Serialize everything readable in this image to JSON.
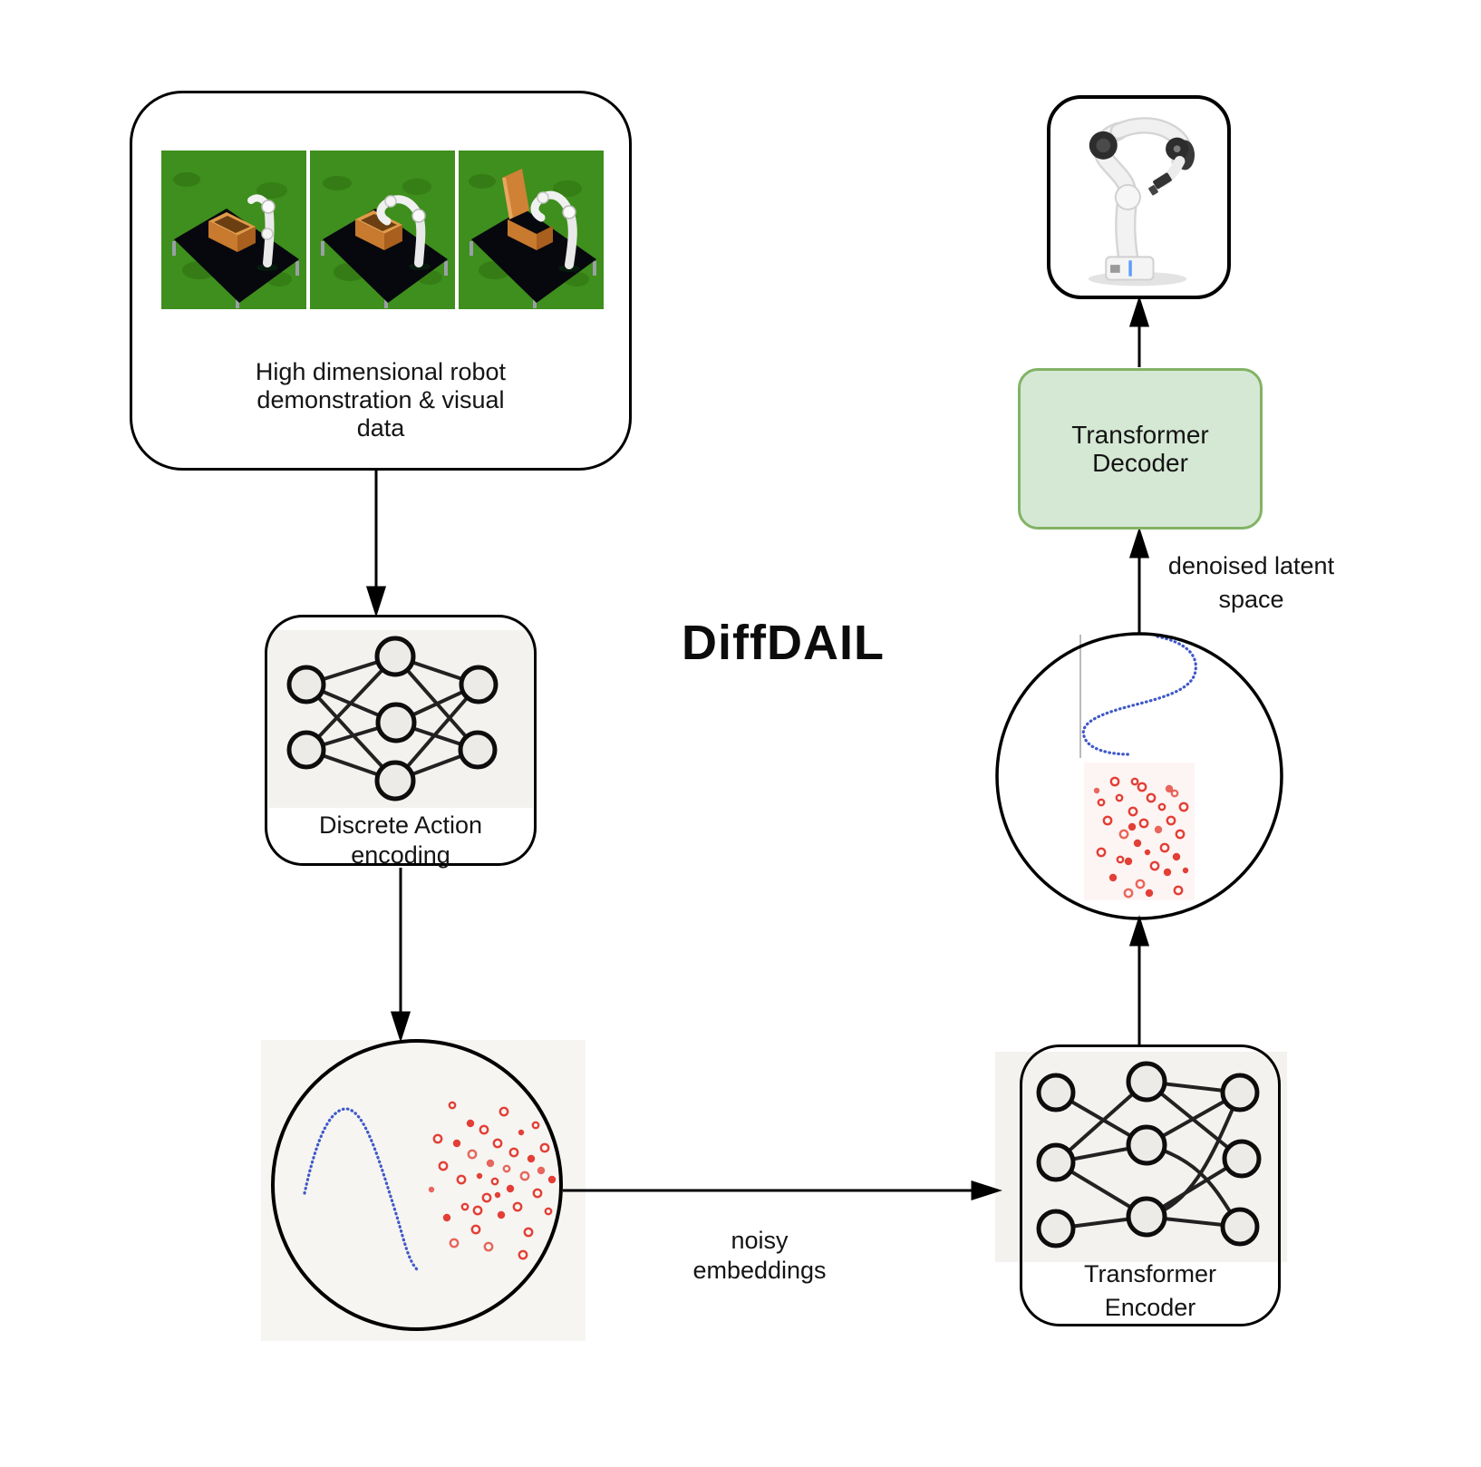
{
  "title": "DiffDAIL",
  "colors": {
    "green_fill": "#d5e8d4",
    "green_border": "#82b366",
    "blue_curve": "#3f58c9",
    "red_dots": "#e2352b",
    "axis_gray": "#a8a8a8",
    "ink": "#141414"
  },
  "nodes": {
    "demo_box": {
      "label_lines": [
        "High dimensional robot",
        "demonstration & visual",
        "data"
      ]
    },
    "encoding_box": {
      "label_lines": [
        "Discrete Action",
        "encoding"
      ]
    },
    "encoder_box": {
      "label_lines": [
        "Transformer",
        "Encoder"
      ]
    },
    "decoder_box": {
      "label": "Transformer Decoder"
    }
  },
  "edge_labels": {
    "noisy": {
      "lines": [
        "noisy",
        "embeddings"
      ]
    },
    "denoised": {
      "lines": [
        "denoised latent",
        "space"
      ]
    }
  }
}
